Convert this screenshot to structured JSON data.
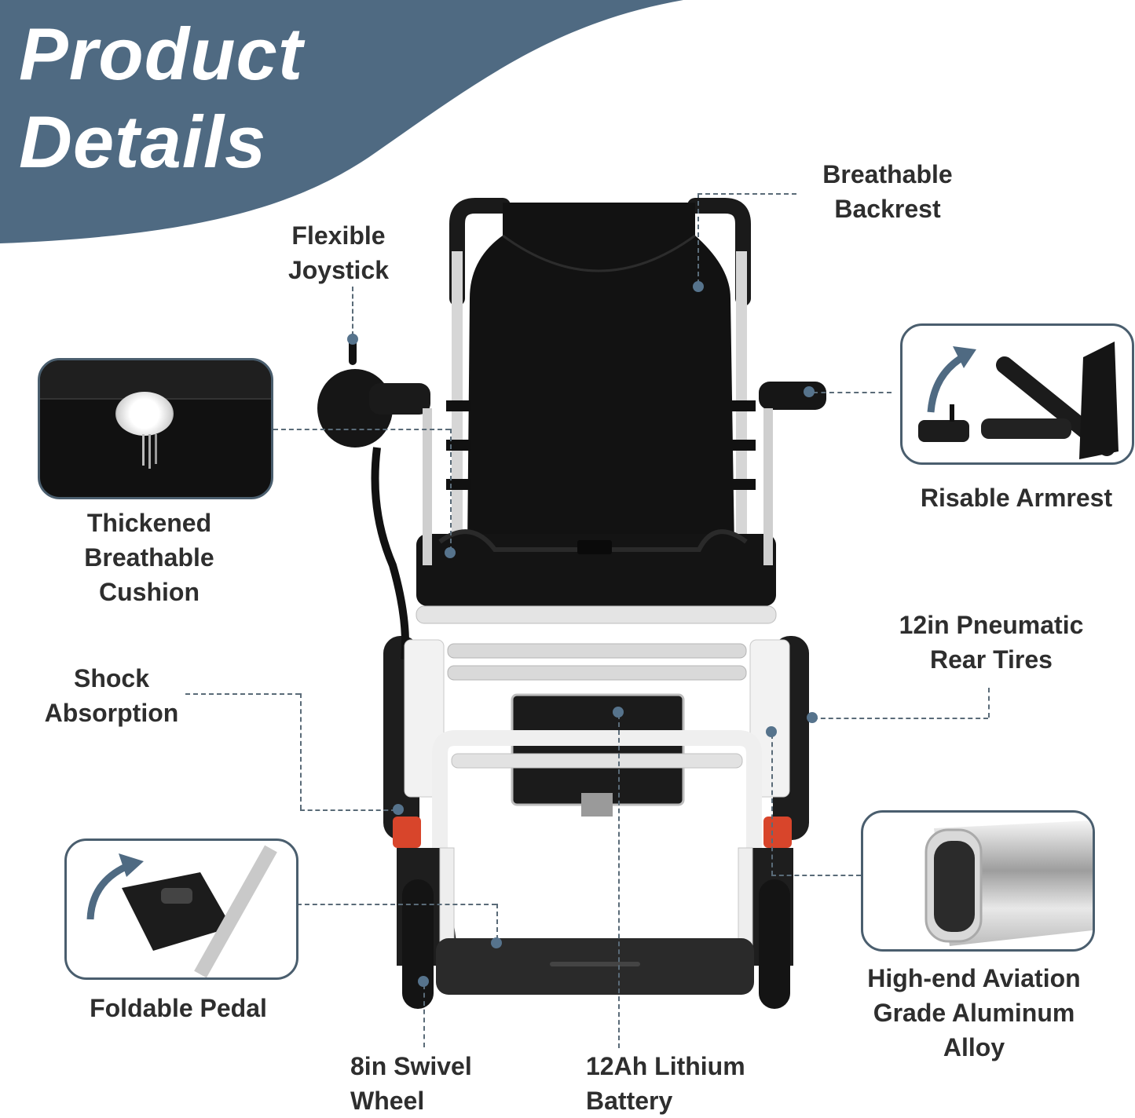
{
  "header": {
    "title_line1": "Product",
    "title_line2": "Details",
    "banner_color": "#4f6a82"
  },
  "features": {
    "backrest": {
      "line1": "Breathable",
      "line2": "Backrest"
    },
    "joystick": {
      "line1": "Flexible",
      "line2": "Joystick"
    },
    "armrest": {
      "line1": "Risable Armrest"
    },
    "cushion": {
      "line1": "Thickened",
      "line2": "Breathable",
      "line3": "Cushion"
    },
    "tires": {
      "line1": "12in Pneumatic",
      "line2": "Rear Tires"
    },
    "shock": {
      "line1": "Shock",
      "line2": "Absorption"
    },
    "pedal": {
      "line1": "Foldable Pedal"
    },
    "alloy": {
      "line1": "High-end Aviation",
      "line2": "Grade Aluminum",
      "line3": "Alloy"
    },
    "swivel": {
      "line1": "8in Swivel",
      "line2": "Wheel"
    },
    "battery": {
      "line1": "12Ah Lithium",
      "line2": "Battery"
    }
  },
  "colors": {
    "accent_dot": "#56738c",
    "inset_border": "#4a5e6e",
    "text": "#2e2e2e",
    "spring": "#d8452b"
  }
}
